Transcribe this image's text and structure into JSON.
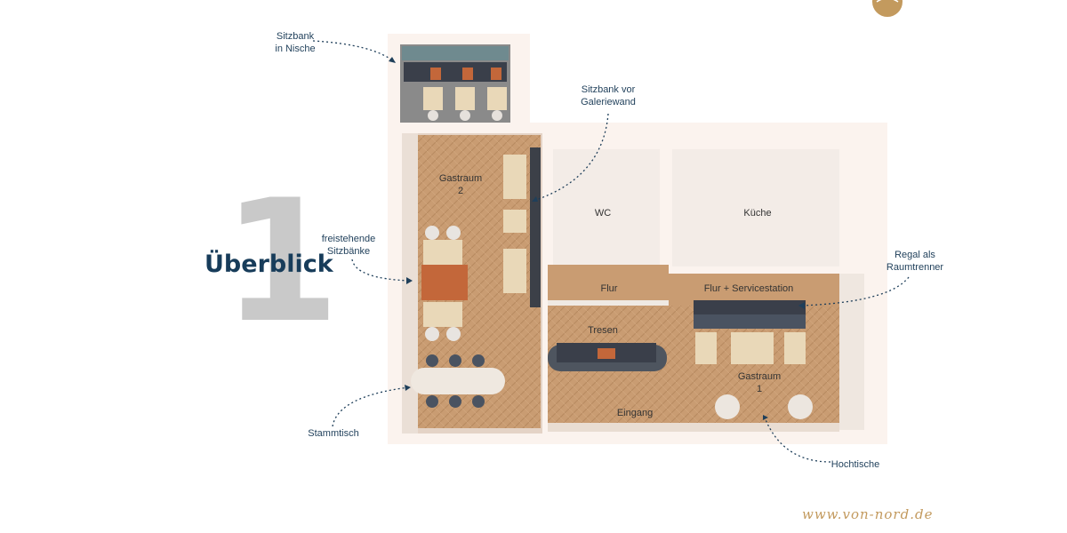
{
  "page": {
    "number": "1",
    "title": "Überblick",
    "footer_url": "www.von-nord.de"
  },
  "annotations": {
    "nische": "Sitzbank\nin Nische",
    "galeriewand": "Sitzbank vor\nGaleriewand",
    "sitzbaenke": "freistehende\nSitzbänke",
    "raumtrenner": "Regal als\nRaumtrenner",
    "stammtisch": "Stammtisch",
    "hochtische": "Hochtische"
  },
  "rooms": {
    "gastraum2": "Gastraum\n2",
    "wc": "WC",
    "kueche": "Küche",
    "flur": "Flur",
    "flur_service": "Flur + Servicestation",
    "tresen": "Tresen",
    "gastraum1": "Gastraum\n1",
    "eingang": "Eingang"
  },
  "colors": {
    "title": "#173c5a",
    "number": "#c9c9c9",
    "wood_floor": "#c99c72",
    "wall": "#e9dbd0",
    "accent": "#c39a5e",
    "bench_orange": "#c3673a"
  },
  "icons": {
    "logo": "crest-logo-icon"
  }
}
